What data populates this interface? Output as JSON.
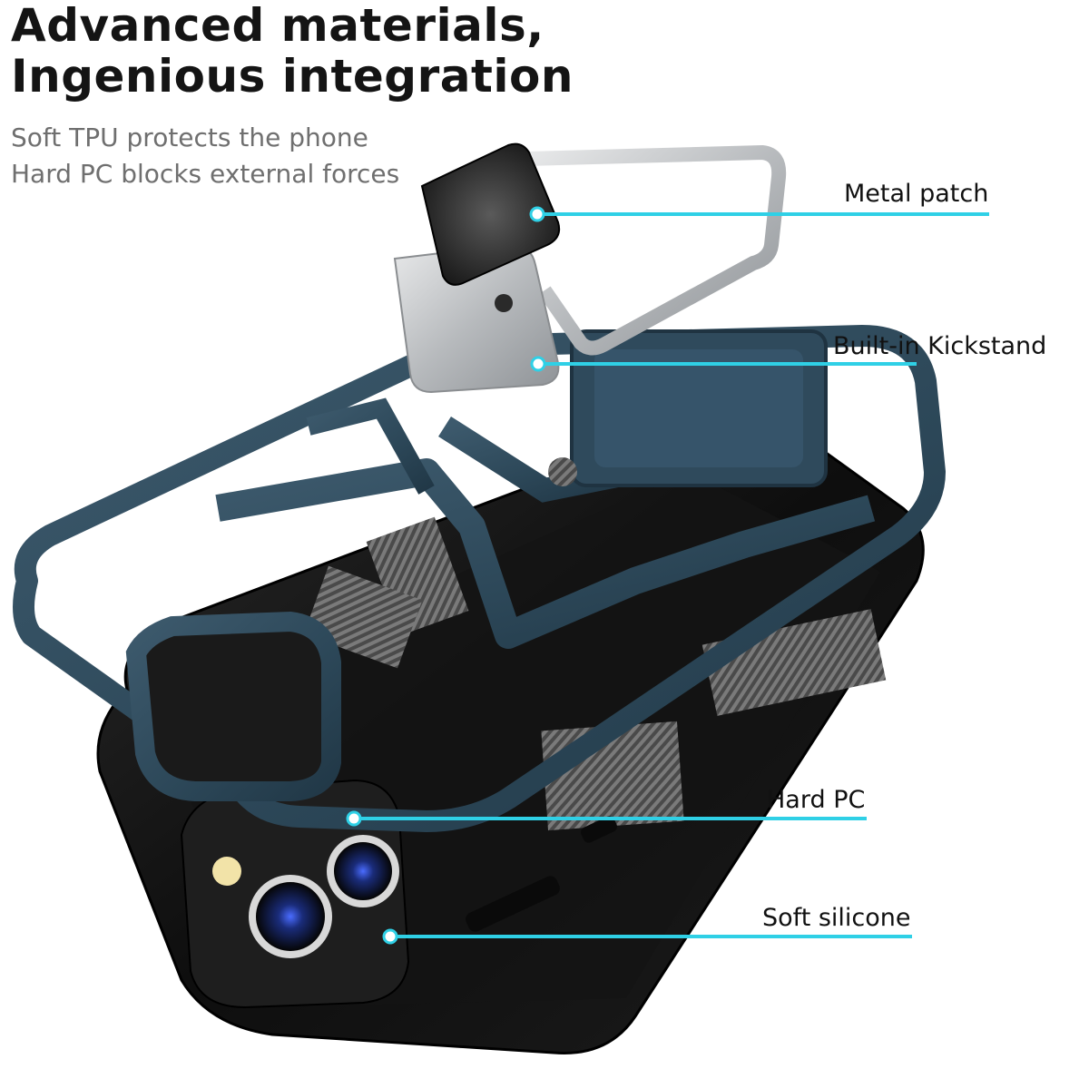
{
  "headline": {
    "line1": "Advanced materials,",
    "line2": "Ingenious integration"
  },
  "subtitle": {
    "line1": "Soft TPU protects the phone",
    "line2": "Hard PC blocks external forces"
  },
  "callouts": [
    {
      "label": "Metal patch"
    },
    {
      "label": "Built-in Kickstand"
    },
    {
      "label": "Hard PC"
    },
    {
      "label": "Soft silicone"
    }
  ],
  "colors": {
    "accent_line": "#2fd0e6",
    "frame_blue": "#2f4a5c",
    "case_black": "#161616",
    "metal": "#c8cacc"
  }
}
